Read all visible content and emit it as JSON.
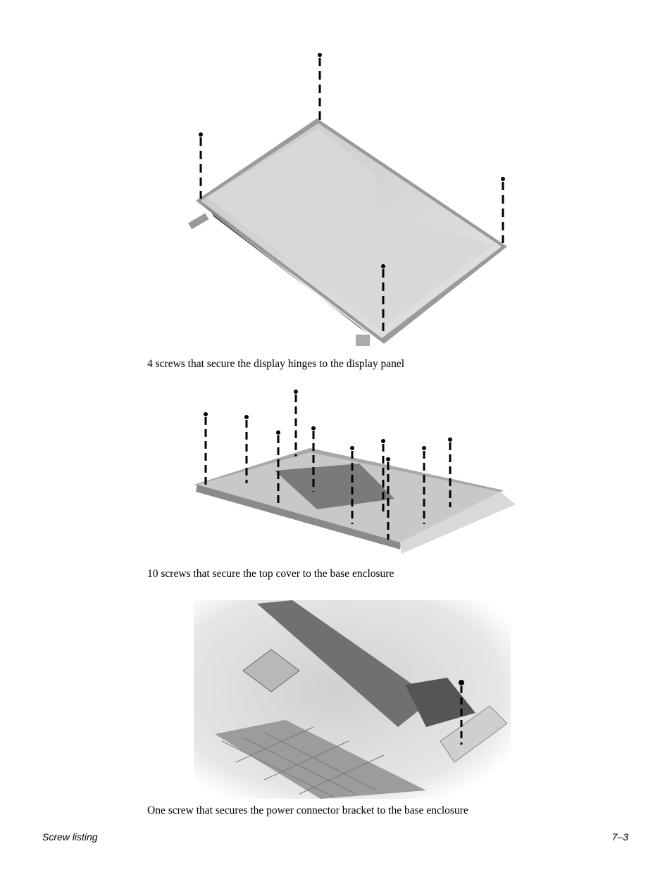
{
  "figures": [
    {
      "caption": "4 screws that secure the display hinges to the display panel"
    },
    {
      "caption": "10 screws that secure the top cover to the base enclosure"
    },
    {
      "caption": "One screw that secures the power connector bracket to the base enclosure"
    }
  ],
  "footer": {
    "section": "Screw listing",
    "page": "7–3"
  }
}
